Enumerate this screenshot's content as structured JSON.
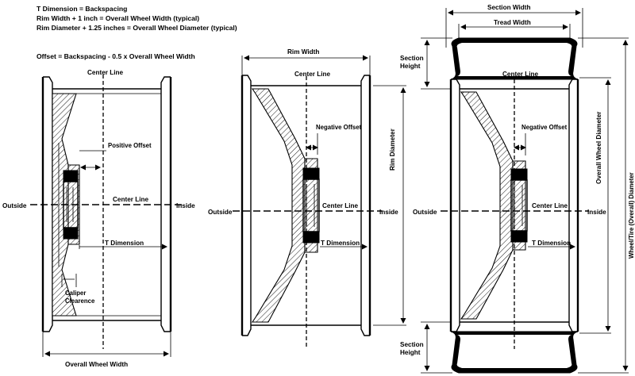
{
  "formulas": [
    "T Dimension = Backspacing",
    "Rim Width + 1 inch = Overall Wheel Width (typical)",
    "Rim Diameter + 1.25 inches = Overall Wheel Diameter (typical)",
    "Offset = Backspacing - 0.5 x Overall Wheel Width"
  ],
  "left": {
    "center_line_top": "Center Line",
    "center_line_mid": "Center Line",
    "positive_offset": "Positive Offset",
    "outside": "Outside",
    "inside": "Inside",
    "t_dimension": "T Dimension",
    "caliper_1": "Caliper",
    "caliper_2": "Clearence",
    "overall_wheel_width": "Overall Wheel Width"
  },
  "middle": {
    "rim_width": "Rim Width",
    "center_line_top": "Center Line",
    "negative_offset": "Negative Offset",
    "rim_diameter": "Rim Diameter",
    "outside": "Outside",
    "inside": "Inside",
    "center_line_mid": "Center Line",
    "t_dimension": "T Dimension"
  },
  "right": {
    "section_width": "Section Width",
    "tread_width": "Tread Width",
    "section_height_top_1": "Section",
    "section_height_top_2": "Height",
    "section_height_bottom_1": "Section",
    "section_height_bottom_2": "Height",
    "center_line_top": "Center Line",
    "negative_offset": "Negative Offset",
    "outside": "Outside",
    "inside": "Inside",
    "center_line_mid": "Center Line",
    "t_dimension": "T Dimension",
    "overall_wheel_diameter": "Overall Wheel Diameter",
    "wheel_tire_diameter": "Wheel/Tire (Overall) Diameter"
  }
}
